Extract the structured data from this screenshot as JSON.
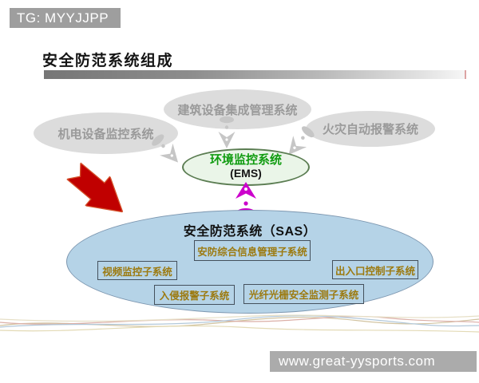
{
  "watermark_top": "TG: MYYJJPP",
  "title": "安全防范系统组成",
  "top_ellipses": [
    {
      "label": "机电设备监控系统"
    },
    {
      "label": "建筑设备集成管理系统"
    },
    {
      "label": "火灾自动报警系统"
    }
  ],
  "ems": {
    "line1": "环境监控系统",
    "line2": "(EMS)"
  },
  "sas": {
    "title": "安全防范系统（SAS）",
    "subsystems": [
      "安防综合信息管理子系统",
      "视频监控子系统",
      "出入口控制子系统",
      "入侵报警子系统",
      "光纤光栅安全监测子系统"
    ]
  },
  "watermark_bottom": "www.great-yysports.com",
  "colors": {
    "banner_gray": "#9e9e9e",
    "ellipse_gray": "#dcdcdc",
    "ems_fill": "#eaf5e8",
    "ems_border": "#5b7d52",
    "ems_text_green": "#119c11",
    "sas_fill": "#b5d3e7",
    "sas_border": "#7d97b0",
    "subsystem_text_gold": "#9c7a10",
    "red_arrow": "#c00000",
    "magenta_arrow": "#cc00cc"
  }
}
